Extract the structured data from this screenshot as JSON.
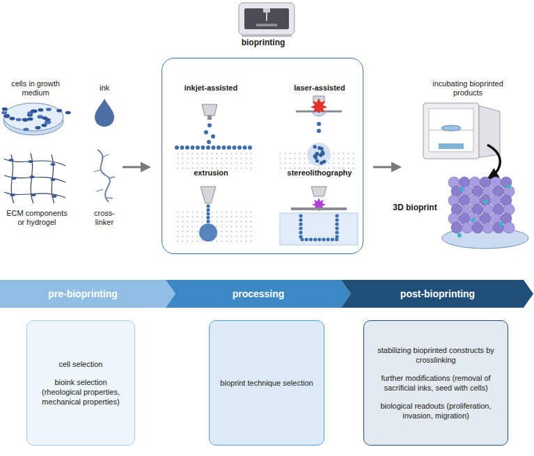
{
  "diagram": {
    "nodes": [
      {
        "text": [
          "bioprinting",
          "inkjet-assisted",
          "laser-assisted",
          "extrusion",
          "stereolithography"
        ]
      },
      {
        "text": [
          "pre-bioprinting"
        ]
      },
      {
        "text": [
          "processing"
        ]
      },
      {
        "text": [
          "post-bioprinting"
        ]
      },
      {
        "text": [
          "cell selection",
          "bioink selection (rheological properties, mechanical properties)"
        ]
      },
      {
        "text": [
          "bioprint technique selection"
        ]
      },
      {
        "text": [
          "stabilizing bioprinted constructs by crosslinking",
          "further modifications (removal of sacrificial inks, seed with cells)",
          "biological readouts (proliferation, invasion, migration)"
        ]
      }
    ],
    "labels": [
      "cells in growth medium",
      "ink",
      "ECM components or hydrogel",
      "cross-linker",
      "incubating bioprinted products",
      "3D bioprint"
    ]
  }
}
